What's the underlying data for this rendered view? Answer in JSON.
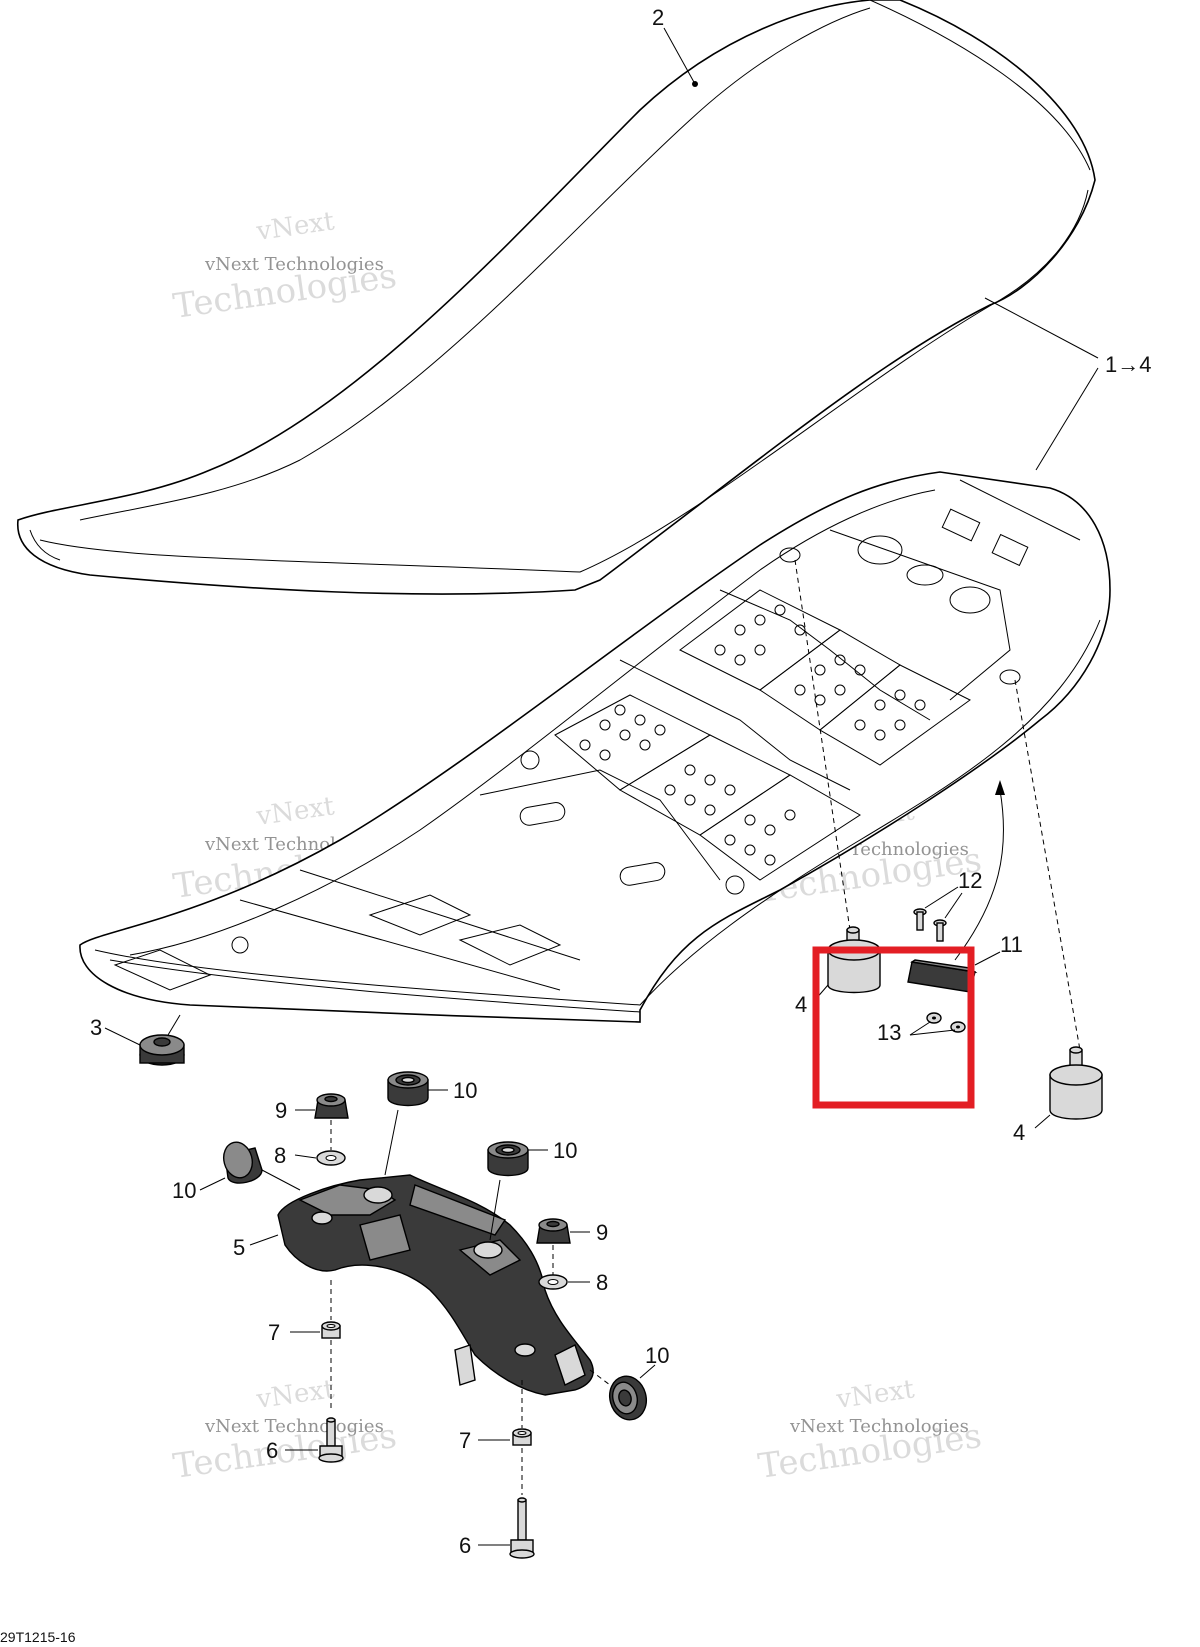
{
  "diagram": {
    "figure_code": "29T1215-16",
    "watermark_line1": "vNext Technologies",
    "watermark_line2": "Technologies",
    "watermark_line3": "vNext",
    "callouts": {
      "c2": "2",
      "c1to4": "1→4",
      "c3": "3",
      "c4a": "4",
      "c4b": "4",
      "c5": "5",
      "c6a": "6",
      "c6b": "6",
      "c7a": "7",
      "c7b": "7",
      "c8a": "8",
      "c8b": "8",
      "c9a": "9",
      "c9b": "9",
      "c10a": "10",
      "c10b": "10",
      "c10c": "10",
      "c10d": "10",
      "c11": "11",
      "c12": "12",
      "c13": "13"
    },
    "highlight_color": "#e31e24"
  }
}
